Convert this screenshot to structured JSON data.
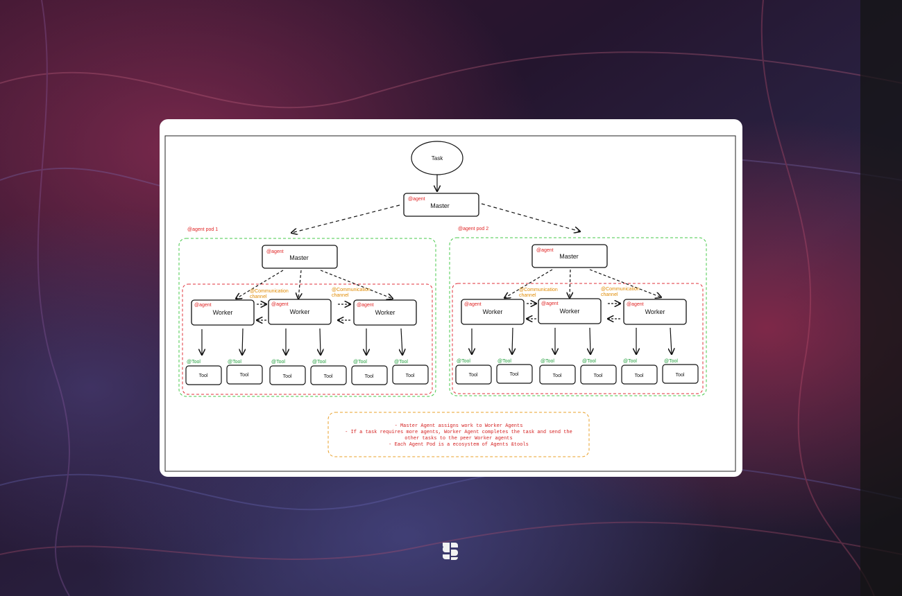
{
  "colors": {
    "agent_tag": "#e02424",
    "tool_tag": "#1f9d3a",
    "channel_tag": "#e08a00",
    "pod_border": "#46c84a",
    "worker_group_border": "#e0303a",
    "note_border": "#e8a02a",
    "note_text": "#d42020"
  },
  "diagram": {
    "task_label": "Task",
    "top_master": {
      "tag": "@agent",
      "label": "Master"
    },
    "pods": [
      {
        "title": "@agent pod 1",
        "master": {
          "tag": "@agent",
          "label": "Master"
        },
        "workers": [
          {
            "tag": "@agent",
            "label": "Worker"
          },
          {
            "tag": "@agent",
            "label": "Worker"
          },
          {
            "tag": "@agent",
            "label": "Worker"
          }
        ],
        "channels": [
          {
            "line1": "@Communication",
            "line2": "channel"
          },
          {
            "line1": "@Communication",
            "line2": "channel"
          }
        ],
        "tools": [
          {
            "tag": "@Tool",
            "label": "Tool"
          },
          {
            "tag": "@Tool",
            "label": "Tool"
          },
          {
            "tag": "@Tool",
            "label": "Tool"
          },
          {
            "tag": "@Tool",
            "label": "Tool"
          },
          {
            "tag": "@Tool",
            "label": "Tool"
          },
          {
            "tag": "@Tool",
            "label": "Tool"
          }
        ]
      },
      {
        "title": "@agent pod 2",
        "master": {
          "tag": "@agent",
          "label": "Master"
        },
        "workers": [
          {
            "tag": "@agent",
            "label": "Worker"
          },
          {
            "tag": "@agent",
            "label": "Worker"
          },
          {
            "tag": "@agent",
            "label": "Worker"
          }
        ],
        "channels": [
          {
            "line1": "@Communication",
            "line2": "channel"
          },
          {
            "line1": "@Communication",
            "line2": "channel"
          }
        ],
        "tools": [
          {
            "tag": "@Tool",
            "label": "Tool"
          },
          {
            "tag": "@Tool",
            "label": "Tool"
          },
          {
            "tag": "@Tool",
            "label": "Tool"
          },
          {
            "tag": "@Tool",
            "label": "Tool"
          },
          {
            "tag": "@Tool",
            "label": "Tool"
          },
          {
            "tag": "@Tool",
            "label": "Tool"
          }
        ]
      }
    ],
    "notes": [
      "- Master Agent assigns work to Worker Agents",
      "- If a task requires more agents, Worker Agent completes the task and send the",
      "other tasks to the peer Worker agents",
      "- Each Agent Pod is a ecosystem of Agents &tools"
    ]
  },
  "branding": {
    "logo_icon": "s-logo-icon"
  }
}
